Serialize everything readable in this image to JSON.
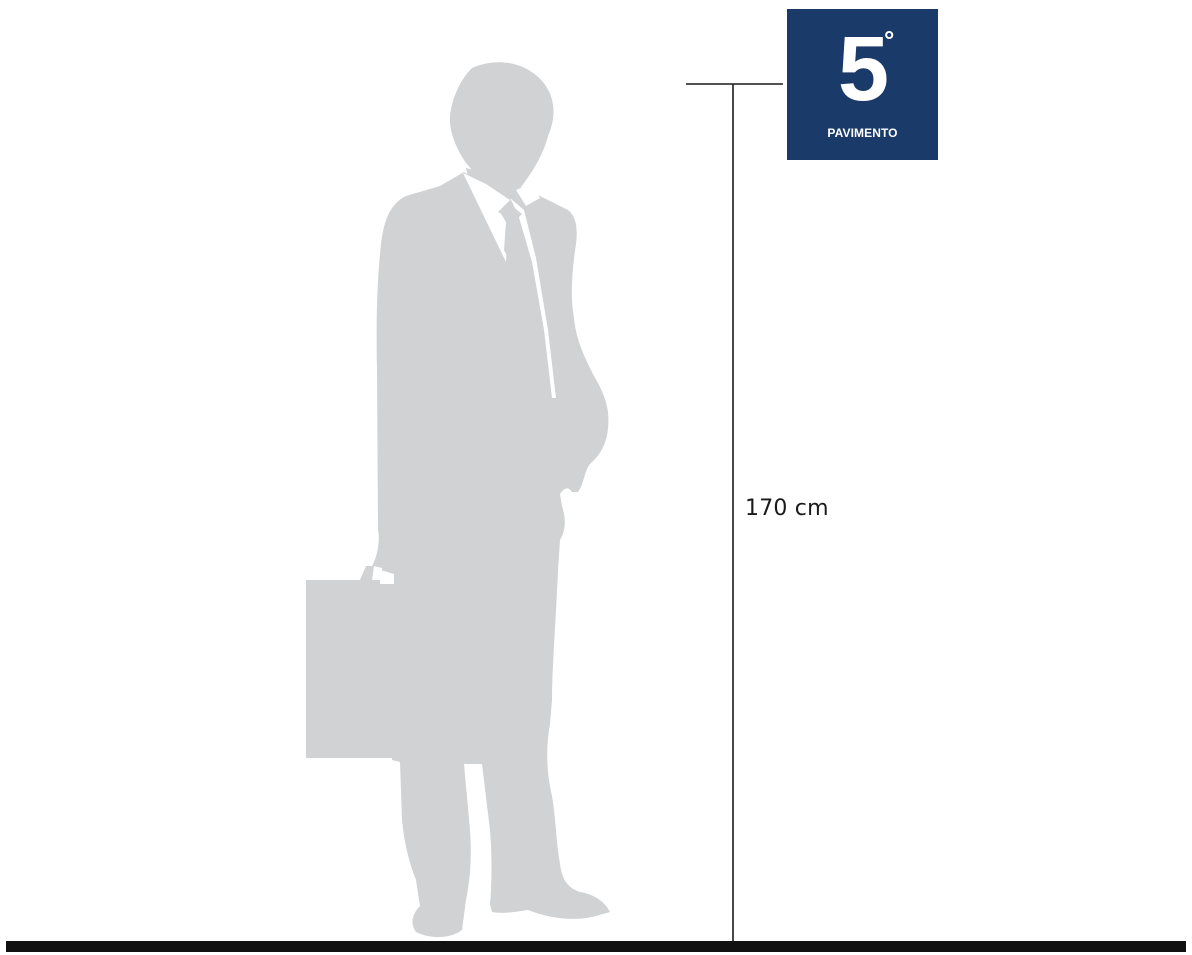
{
  "measurement": {
    "height_text": "170 cm"
  },
  "floor_sign": {
    "number": "5",
    "degree": "°",
    "caption": "PAVIMENTO",
    "background_color": "#1a3a69",
    "text_color": "#ffffff"
  },
  "colors": {
    "silhouette": "#d0d2d3",
    "lines": "#1a1a1a",
    "ground": "#111111"
  },
  "icons": {
    "person": "businessman-silhouette-icon",
    "briefcase": "briefcase-icon"
  }
}
